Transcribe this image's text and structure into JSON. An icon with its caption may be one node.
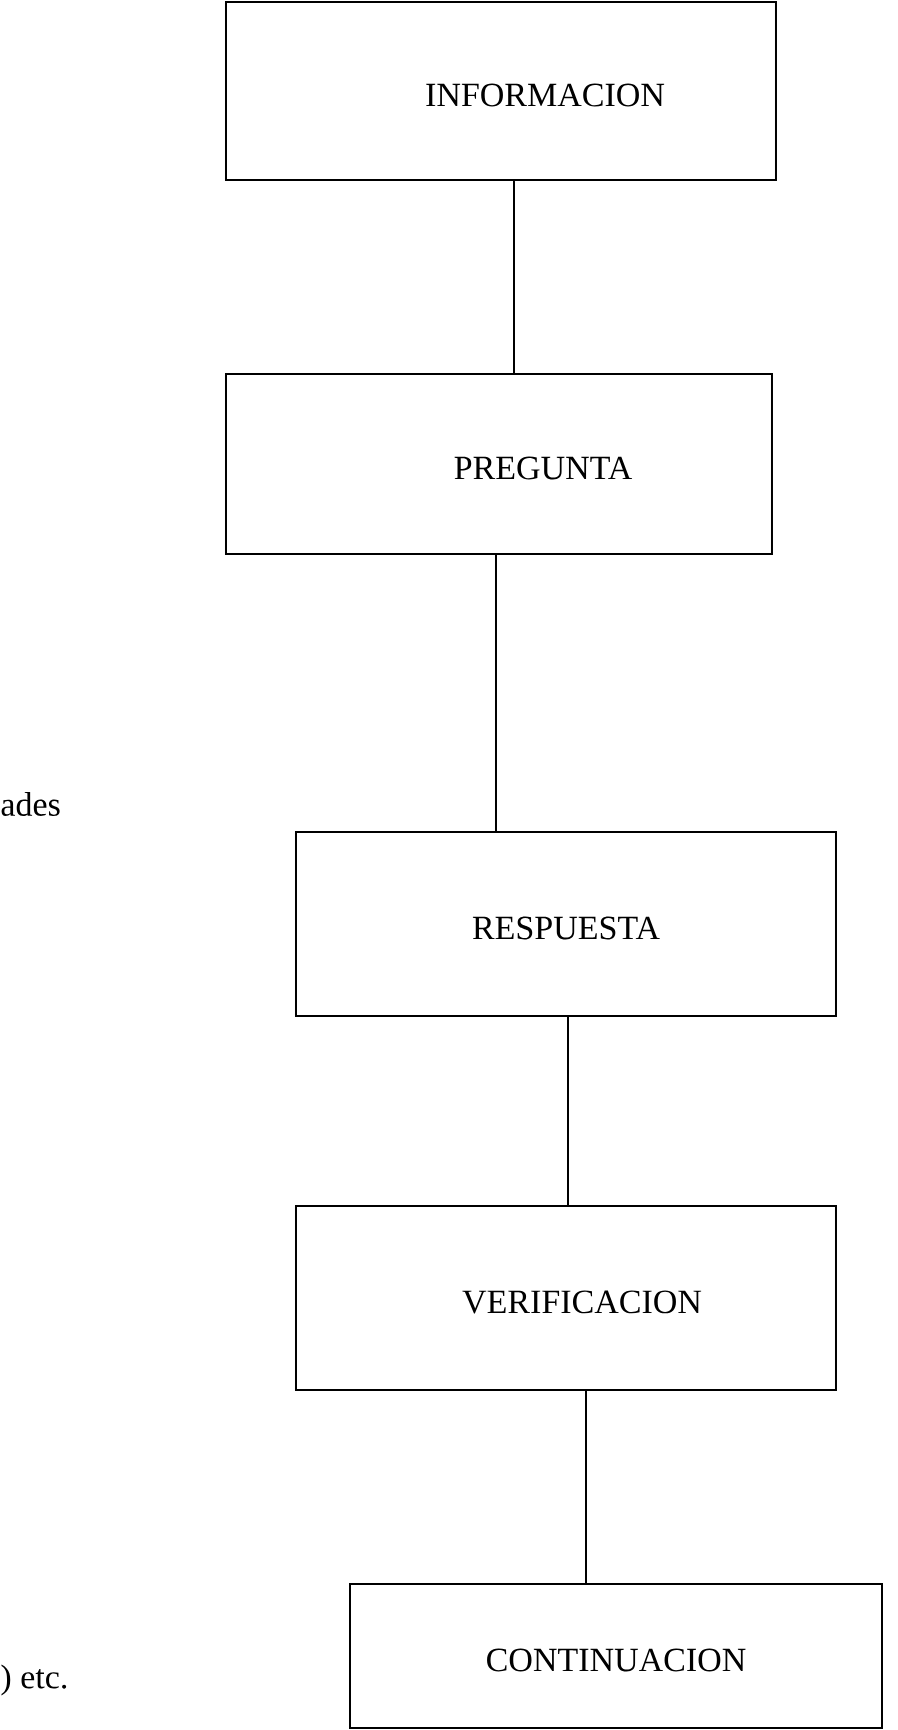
{
  "diagram": {
    "nodes": [
      {
        "text": [
          "INFORMACION"
        ]
      },
      {
        "text": [
          "PREGUNTA"
        ]
      },
      {
        "text": [
          "RESPUESTA"
        ]
      },
      {
        "text": [
          "VERIFICACION"
        ]
      },
      {
        "text": [
          "CONTINUACION"
        ]
      }
    ],
    "edges": [
      {
        "from": 0,
        "to": 1,
        "arrow": "none"
      },
      {
        "from": 1,
        "to": 2,
        "arrow": "none"
      },
      {
        "from": 2,
        "to": 3,
        "arrow": "none"
      },
      {
        "from": 3,
        "to": 4,
        "arrow": "none"
      }
    ],
    "labels": [
      "ades",
      ") etc."
    ]
  }
}
